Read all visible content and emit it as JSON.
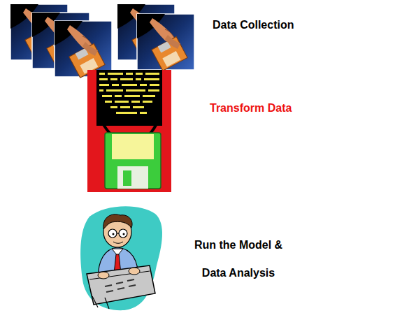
{
  "diagram": {
    "labels": [
      "Data Collection",
      "Transform Data",
      "Run the Model & Data Analysis"
    ]
  }
}
